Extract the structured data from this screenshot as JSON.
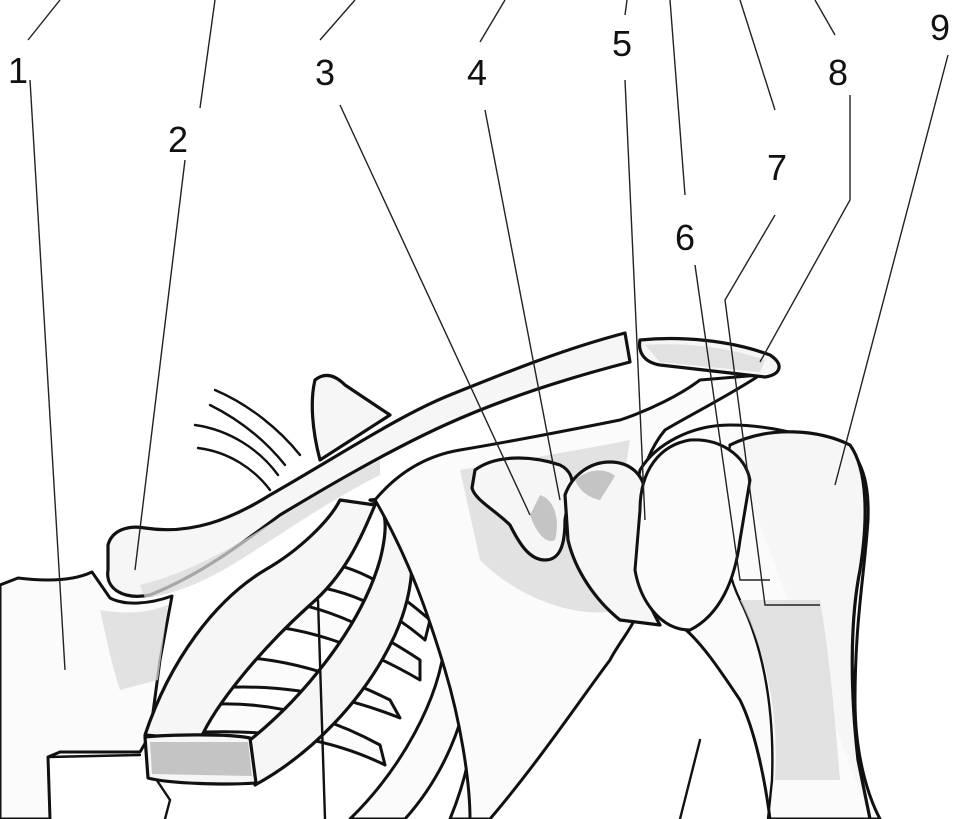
{
  "labels": [
    "1",
    "2",
    "3",
    "4",
    "5",
    "6",
    "7",
    "8",
    "9"
  ]
}
